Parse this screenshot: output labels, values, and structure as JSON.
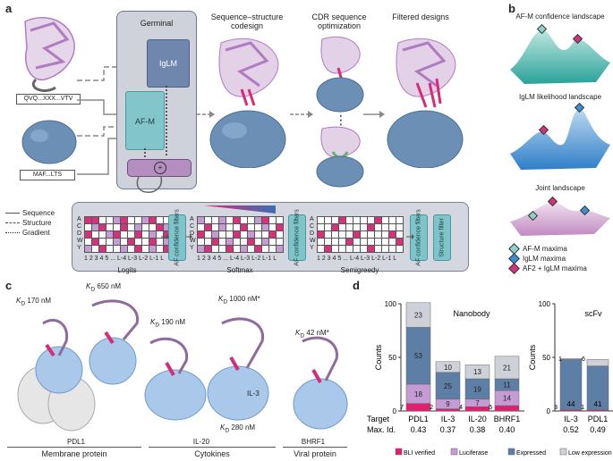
{
  "panels": {
    "a": "a",
    "b": "b",
    "c": "c",
    "d": "d"
  },
  "panel_a": {
    "sequence1": "QVQ...XXX...VTV",
    "sequence2": "MAF...LTS",
    "germinal_title": "Germinal",
    "iglm": "IgLM",
    "afm": "AF-M",
    "combine_symbol": "+",
    "stage1": "Sequence–structure codesign",
    "stage2": "CDR sequence optimization",
    "stage3": "Filtered designs",
    "legend": [
      "Sequence",
      "Structure",
      "Gradient"
    ],
    "filter_label": "AF confidence filters",
    "structure_filter": "Structure filter",
    "logits": "Logits",
    "softmax": "Softmax",
    "semigreedy": "Semigreedy",
    "row_letters": [
      "A",
      "C",
      "D",
      "",
      "W",
      "Y"
    ],
    "col_labels": "1 2 3 4 5 ... L-4 L-3 L-2 L-1 L",
    "dots": "⋮"
  },
  "panel_b": {
    "titles": [
      "AF-M confidence landscape",
      "IgLM likelihood landscape",
      "Joint landscape"
    ],
    "legend": [
      "AF-M maxima",
      "IgLM maxima",
      "AF2 + IgLM maxima"
    ],
    "colors": {
      "afm": "#8fd0c8",
      "iglm": "#3a8fd6",
      "both": "#d4327a"
    }
  },
  "panel_c": {
    "kd": [
      {
        "pre": "K",
        "sub": "D",
        "val": " 170 nM"
      },
      {
        "pre": "K",
        "sub": "D",
        "val": " 650 nM"
      },
      {
        "pre": "K",
        "sub": "D",
        "val": " 190 nM"
      },
      {
        "pre": "K",
        "sub": "D",
        "val": " 1000 nM*"
      },
      {
        "pre": "K",
        "sub": "D",
        "val": " 280 nM"
      },
      {
        "pre": "K",
        "sub": "D",
        "val": " 42 nM*"
      }
    ],
    "targets": [
      "PDL1",
      "IL-20",
      "IL-3",
      "BHRF1"
    ],
    "groups": [
      "Membrane protein",
      "Cytokines",
      "Viral protein"
    ]
  },
  "chart_data": [
    {
      "type": "bar",
      "title": "Nanobody",
      "ylabel": "Counts",
      "ylim": [
        0,
        100
      ],
      "yticks": [
        0,
        50,
        100
      ],
      "categories": [
        "PDL1",
        "IL-3",
        "IL-20",
        "BHRF1"
      ],
      "max_id": [
        "0.43",
        "0.37",
        "0.38",
        "0.40"
      ],
      "series": [
        {
          "name": "BLI verified",
          "values": [
            7,
            2,
            4,
            5
          ]
        },
        {
          "name": "Luciferase",
          "values": [
            18,
            9,
            7,
            14
          ]
        },
        {
          "name": "Expressed",
          "values": [
            53,
            25,
            19,
            11
          ]
        },
        {
          "name": "Low expression",
          "values": [
            23,
            10,
            13,
            21
          ]
        }
      ],
      "labels": [
        [
          "7",
          "18",
          "53",
          "23"
        ],
        [
          "2",
          "9",
          "25",
          "10"
        ],
        [
          "4",
          "7",
          "19",
          "13"
        ],
        [
          "5",
          "14",
          "11",
          "21"
        ]
      ]
    },
    {
      "type": "bar",
      "title": "scFv",
      "ylabel": "Counts",
      "ylim": [
        0,
        100
      ],
      "yticks": [
        0,
        50,
        100
      ],
      "categories": [
        "IL-3",
        "PDL1"
      ],
      "max_id": [
        "0.52",
        "0.49"
      ],
      "series": [
        {
          "name": "BLI verified",
          "values": [
            1,
            1
          ]
        },
        {
          "name": "Luciferase",
          "values": [
            0,
            0
          ]
        },
        {
          "name": "Expressed",
          "values": [
            47,
            41
          ]
        },
        {
          "name": "Low expression",
          "values": [
            1,
            6
          ]
        }
      ],
      "side_labels": [
        "1",
        "1",
        "6"
      ],
      "low_labels": [
        "3",
        "1"
      ],
      "inner_labels": [
        "44",
        "41"
      ]
    }
  ],
  "panel_d": {
    "row_target": "Target",
    "row_maxid": "Max. Id.",
    "legend": [
      "BLI verified",
      "Luciferase",
      "Expressed",
      "Low expression"
    ],
    "colors": {
      "bli": "#e0206e",
      "luc": "#c59bd3",
      "expr": "#5d7fa6",
      "low": "#cfd1d9"
    }
  }
}
